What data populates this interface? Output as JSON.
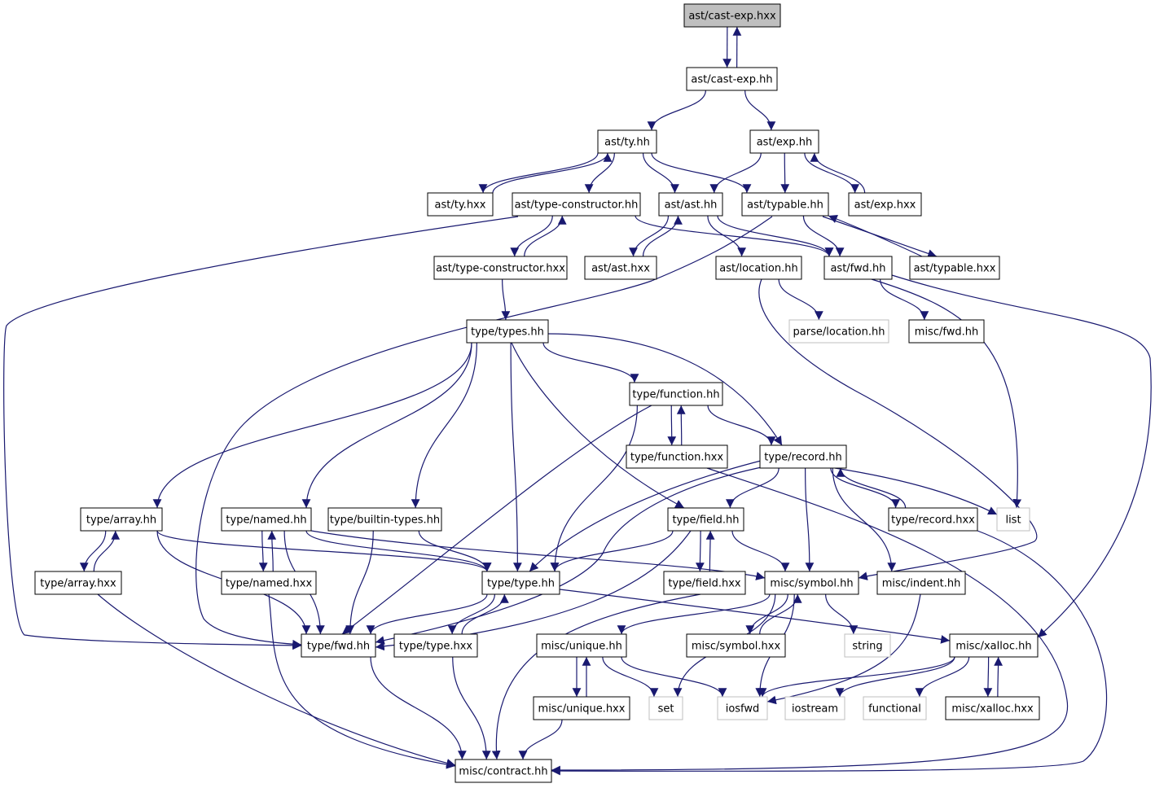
{
  "colors": {
    "edge": "#191970",
    "node_border": "#000000",
    "external_border": "#bfbfbf",
    "root_fill": "#bfbfbf",
    "node_fill": "#ffffff",
    "text": "#000000"
  },
  "nodes": [
    {
      "id": "cast_exp_hxx",
      "label": "ast/cast-exp.hxx",
      "kind": "root"
    },
    {
      "id": "cast_exp_hh",
      "label": "ast/cast-exp.hh",
      "kind": "internal"
    },
    {
      "id": "ty_hh",
      "label": "ast/ty.hh",
      "kind": "internal"
    },
    {
      "id": "exp_hh",
      "label": "ast/exp.hh",
      "kind": "internal"
    },
    {
      "id": "ty_hxx",
      "label": "ast/ty.hxx",
      "kind": "internal"
    },
    {
      "id": "type_ctor_hh",
      "label": "ast/type-constructor.hh",
      "kind": "internal"
    },
    {
      "id": "ast_hh",
      "label": "ast/ast.hh",
      "kind": "internal"
    },
    {
      "id": "typable_hh",
      "label": "ast/typable.hh",
      "kind": "internal"
    },
    {
      "id": "exp_hxx",
      "label": "ast/exp.hxx",
      "kind": "internal"
    },
    {
      "id": "type_ctor_hxx",
      "label": "ast/type-constructor.hxx",
      "kind": "internal"
    },
    {
      "id": "ast_hxx",
      "label": "ast/ast.hxx",
      "kind": "internal"
    },
    {
      "id": "location_hh",
      "label": "ast/location.hh",
      "kind": "internal"
    },
    {
      "id": "ast_fwd_hh",
      "label": "ast/fwd.hh",
      "kind": "internal"
    },
    {
      "id": "typable_hxx",
      "label": "ast/typable.hxx",
      "kind": "internal"
    },
    {
      "id": "types_hh",
      "label": "type/types.hh",
      "kind": "internal"
    },
    {
      "id": "parse_location_hh",
      "label": "parse/location.hh",
      "kind": "external"
    },
    {
      "id": "misc_fwd_hh",
      "label": "misc/fwd.hh",
      "kind": "internal"
    },
    {
      "id": "function_hh",
      "label": "type/function.hh",
      "kind": "internal"
    },
    {
      "id": "function_hxx",
      "label": "type/function.hxx",
      "kind": "internal"
    },
    {
      "id": "record_hh",
      "label": "type/record.hh",
      "kind": "internal"
    },
    {
      "id": "array_hh",
      "label": "type/array.hh",
      "kind": "internal"
    },
    {
      "id": "named_hh",
      "label": "type/named.hh",
      "kind": "internal"
    },
    {
      "id": "builtin_hh",
      "label": "type/builtin-types.hh",
      "kind": "internal"
    },
    {
      "id": "field_hh",
      "label": "type/field.hh",
      "kind": "internal"
    },
    {
      "id": "record_hxx",
      "label": "type/record.hxx",
      "kind": "internal"
    },
    {
      "id": "list",
      "label": "list",
      "kind": "external"
    },
    {
      "id": "array_hxx",
      "label": "type/array.hxx",
      "kind": "internal"
    },
    {
      "id": "named_hxx",
      "label": "type/named.hxx",
      "kind": "internal"
    },
    {
      "id": "type_hh",
      "label": "type/type.hh",
      "kind": "internal"
    },
    {
      "id": "field_hxx",
      "label": "type/field.hxx",
      "kind": "internal"
    },
    {
      "id": "symbol_hh",
      "label": "misc/symbol.hh",
      "kind": "internal"
    },
    {
      "id": "indent_hh",
      "label": "misc/indent.hh",
      "kind": "internal"
    },
    {
      "id": "type_fwd_hh",
      "label": "type/fwd.hh",
      "kind": "internal"
    },
    {
      "id": "type_hxx",
      "label": "type/type.hxx",
      "kind": "internal"
    },
    {
      "id": "unique_hh",
      "label": "misc/unique.hh",
      "kind": "internal"
    },
    {
      "id": "symbol_hxx",
      "label": "misc/symbol.hxx",
      "kind": "internal"
    },
    {
      "id": "string",
      "label": "string",
      "kind": "external"
    },
    {
      "id": "xalloc_hh",
      "label": "misc/xalloc.hh",
      "kind": "internal"
    },
    {
      "id": "unique_hxx",
      "label": "misc/unique.hxx",
      "kind": "internal"
    },
    {
      "id": "set",
      "label": "set",
      "kind": "external"
    },
    {
      "id": "iosfwd",
      "label": "iosfwd",
      "kind": "external"
    },
    {
      "id": "iostream",
      "label": "iostream",
      "kind": "external"
    },
    {
      "id": "functional",
      "label": "functional",
      "kind": "external"
    },
    {
      "id": "xalloc_hxx",
      "label": "misc/xalloc.hxx",
      "kind": "internal"
    },
    {
      "id": "contract_hh",
      "label": "misc/contract.hh",
      "kind": "internal"
    }
  ],
  "edges": [
    [
      "cast_exp_hxx",
      "cast_exp_hh"
    ],
    [
      "cast_exp_hh",
      "cast_exp_hxx"
    ],
    [
      "cast_exp_hh",
      "ty_hh"
    ],
    [
      "cast_exp_hh",
      "exp_hh"
    ],
    [
      "ty_hh",
      "ty_hxx"
    ],
    [
      "ty_hxx",
      "ty_hh"
    ],
    [
      "ty_hh",
      "type_ctor_hh"
    ],
    [
      "ty_hh",
      "ast_hh"
    ],
    [
      "ty_hh",
      "typable_hh"
    ],
    [
      "exp_hh",
      "ast_hh"
    ],
    [
      "exp_hh",
      "typable_hh"
    ],
    [
      "exp_hh",
      "exp_hxx"
    ],
    [
      "exp_hxx",
      "exp_hh"
    ],
    [
      "type_ctor_hh",
      "type_ctor_hxx"
    ],
    [
      "type_ctor_hxx",
      "type_ctor_hh"
    ],
    [
      "type_ctor_hh",
      "ast_fwd_hh"
    ],
    [
      "type_ctor_hh",
      "type_fwd_hh"
    ],
    [
      "ast_hh",
      "ast_hxx"
    ],
    [
      "ast_hxx",
      "ast_hh"
    ],
    [
      "ast_hh",
      "location_hh"
    ],
    [
      "ast_hh",
      "ast_fwd_hh"
    ],
    [
      "typable_hh",
      "ast_fwd_hh"
    ],
    [
      "typable_hh",
      "typable_hxx"
    ],
    [
      "typable_hxx",
      "typable_hh"
    ],
    [
      "typable_hh",
      "type_fwd_hh"
    ],
    [
      "type_ctor_hxx",
      "types_hh"
    ],
    [
      "location_hh",
      "parse_location_hh"
    ],
    [
      "location_hh",
      "symbol_hh"
    ],
    [
      "ast_fwd_hh",
      "misc_fwd_hh"
    ],
    [
      "ast_fwd_hh",
      "list"
    ],
    [
      "ast_fwd_hh",
      "xalloc_hh"
    ],
    [
      "types_hh",
      "function_hh"
    ],
    [
      "types_hh",
      "record_hh"
    ],
    [
      "types_hh",
      "array_hh"
    ],
    [
      "types_hh",
      "named_hh"
    ],
    [
      "types_hh",
      "builtin_hh"
    ],
    [
      "types_hh",
      "type_hh"
    ],
    [
      "types_hh",
      "field_hh"
    ],
    [
      "function_hh",
      "function_hxx"
    ],
    [
      "function_hxx",
      "function_hh"
    ],
    [
      "function_hh",
      "record_hh"
    ],
    [
      "function_hh",
      "type_hh"
    ],
    [
      "function_hh",
      "type_fwd_hh"
    ],
    [
      "function_hxx",
      "contract_hh"
    ],
    [
      "record_hh",
      "record_hxx"
    ],
    [
      "record_hxx",
      "record_hh"
    ],
    [
      "record_hh",
      "list"
    ],
    [
      "record_hh",
      "field_hh"
    ],
    [
      "record_hh",
      "type_hh"
    ],
    [
      "record_hh",
      "symbol_hh"
    ],
    [
      "record_hh",
      "indent_hh"
    ],
    [
      "record_hh",
      "type_fwd_hh"
    ],
    [
      "record_hxx",
      "contract_hh"
    ],
    [
      "array_hh",
      "array_hxx"
    ],
    [
      "array_hxx",
      "array_hh"
    ],
    [
      "array_hh",
      "type_hh"
    ],
    [
      "array_hh",
      "type_fwd_hh"
    ],
    [
      "array_hxx",
      "contract_hh"
    ],
    [
      "named_hh",
      "named_hxx"
    ],
    [
      "named_hxx",
      "named_hh"
    ],
    [
      "named_hh",
      "type_hh"
    ],
    [
      "named_hh",
      "symbol_hh"
    ],
    [
      "named_hh",
      "type_fwd_hh"
    ],
    [
      "named_hxx",
      "contract_hh"
    ],
    [
      "builtin_hh",
      "type_hh"
    ],
    [
      "builtin_hh",
      "type_fwd_hh"
    ],
    [
      "field_hh",
      "field_hxx"
    ],
    [
      "field_hxx",
      "field_hh"
    ],
    [
      "field_hh",
      "type_hh"
    ],
    [
      "field_hh",
      "symbol_hh"
    ],
    [
      "field_hh",
      "type_fwd_hh"
    ],
    [
      "field_hxx",
      "contract_hh"
    ],
    [
      "type_hh",
      "type_hxx"
    ],
    [
      "type_hxx",
      "type_hh"
    ],
    [
      "type_hh",
      "type_fwd_hh"
    ],
    [
      "type_hh",
      "xalloc_hh"
    ],
    [
      "type_hxx",
      "contract_hh"
    ],
    [
      "symbol_hh",
      "symbol_hxx"
    ],
    [
      "symbol_hxx",
      "symbol_hh"
    ],
    [
      "symbol_hh",
      "unique_hh"
    ],
    [
      "symbol_hh",
      "string"
    ],
    [
      "symbol_hh",
      "set"
    ],
    [
      "symbol_hh",
      "iosfwd"
    ],
    [
      "indent_hh",
      "iosfwd"
    ],
    [
      "unique_hh",
      "unique_hxx"
    ],
    [
      "unique_hxx",
      "unique_hh"
    ],
    [
      "unique_hh",
      "set"
    ],
    [
      "unique_hh",
      "iosfwd"
    ],
    [
      "unique_hxx",
      "contract_hh"
    ],
    [
      "xalloc_hh",
      "xalloc_hxx"
    ],
    [
      "xalloc_hxx",
      "xalloc_hh"
    ],
    [
      "xalloc_hh",
      "iosfwd"
    ],
    [
      "xalloc_hh",
      "iostream"
    ],
    [
      "xalloc_hh",
      "functional"
    ],
    [
      "type_fwd_hh",
      "contract_hh"
    ]
  ]
}
